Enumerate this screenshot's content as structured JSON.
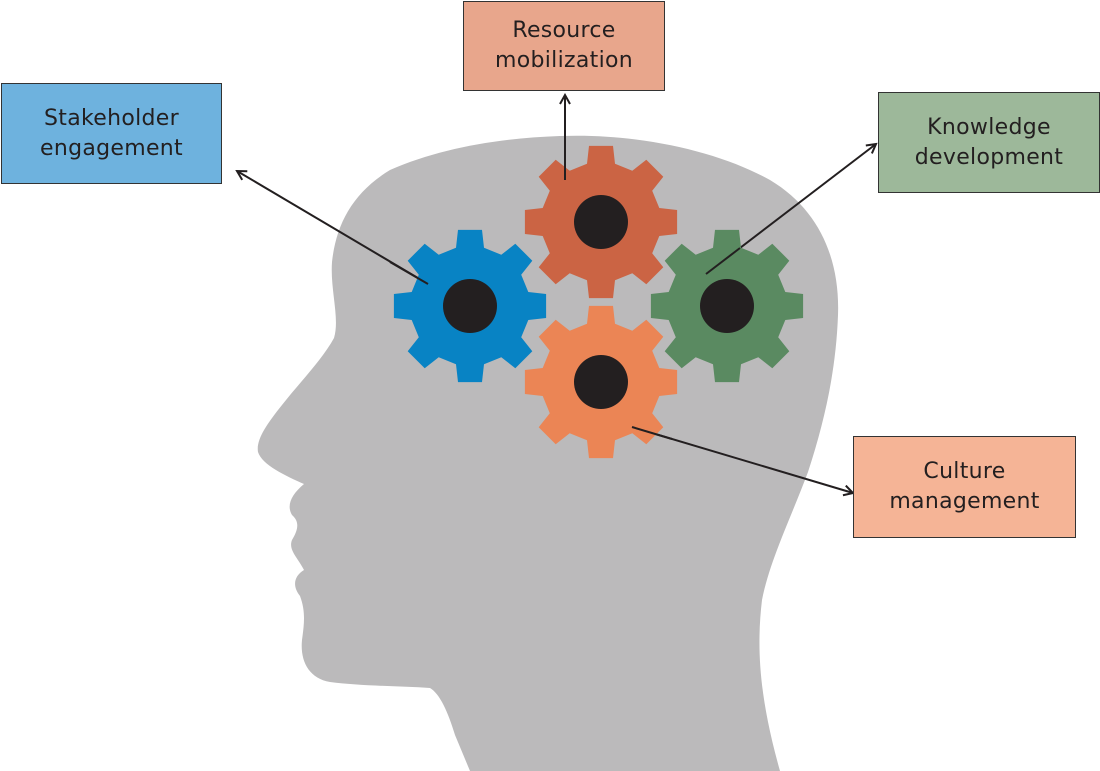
{
  "labels": {
    "stakeholder": {
      "line1": "Stakeholder",
      "line2": "engagement",
      "color": "#6eb2de"
    },
    "resource": {
      "line1": "Resource",
      "line2": "mobilization",
      "color": "#e8a68c"
    },
    "knowledge": {
      "line1": "Knowledge",
      "line2": "development",
      "color": "#9db89a"
    },
    "culture": {
      "line1": "Culture",
      "line2": "management",
      "color": "#f5b496"
    }
  },
  "colors": {
    "head": "#bbbabb",
    "gear_blue": "#0883c4",
    "gear_red": "#cb6444",
    "gear_green": "#5a8a61",
    "gear_orange": "#eb8555",
    "gear_hub": "#231f20",
    "arrow": "#231f20"
  }
}
